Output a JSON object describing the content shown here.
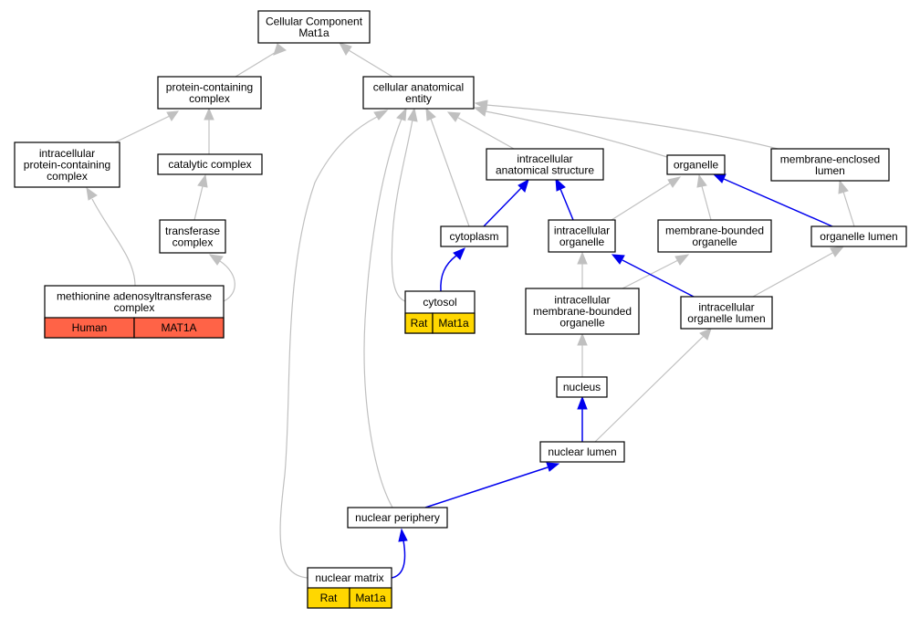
{
  "colors": {
    "human_cell": "#ff6347",
    "rat_cell": "#ffd700",
    "gray_edge": "#c0c0c0",
    "blue_edge": "#0000ee"
  },
  "nodes": {
    "root": {
      "lines": [
        "Cellular Component",
        "Mat1a"
      ]
    },
    "protein_containing_complex": {
      "lines": [
        "protein-containing",
        "complex"
      ]
    },
    "cellular_anatomical_entity": {
      "lines": [
        "cellular anatomical",
        "entity"
      ]
    },
    "intracellular_protein_containing_complex": {
      "lines": [
        "intracellular",
        "protein-containing",
        "complex"
      ]
    },
    "catalytic_complex": {
      "lines": [
        "catalytic complex"
      ]
    },
    "transferase_complex": {
      "lines": [
        "transferase",
        "complex"
      ]
    },
    "methionine_adenosyltransferase_complex": {
      "lines": [
        "methionine adenosyltransferase",
        "complex"
      ],
      "cells": [
        "Human",
        "MAT1A"
      ]
    },
    "intracellular_anatomical_structure": {
      "lines": [
        "intracellular",
        "anatomical structure"
      ]
    },
    "organelle": {
      "lines": [
        "organelle"
      ]
    },
    "membrane_enclosed_lumen": {
      "lines": [
        "membrane-enclosed",
        "lumen"
      ]
    },
    "cytoplasm": {
      "lines": [
        "cytoplasm"
      ]
    },
    "intracellular_organelle": {
      "lines": [
        "intracellular",
        "organelle"
      ]
    },
    "membrane_bounded_organelle": {
      "lines": [
        "membrane-bounded",
        "organelle"
      ]
    },
    "organelle_lumen": {
      "lines": [
        "organelle lumen"
      ]
    },
    "cytosol": {
      "lines": [
        "cytosol"
      ],
      "cells": [
        "Rat",
        "Mat1a"
      ]
    },
    "intracellular_membrane_bounded_organelle": {
      "lines": [
        "intracellular",
        "membrane-bounded",
        "organelle"
      ]
    },
    "intracellular_organelle_lumen": {
      "lines": [
        "intracellular",
        "organelle lumen"
      ]
    },
    "nucleus": {
      "lines": [
        "nucleus"
      ]
    },
    "nuclear_lumen": {
      "lines": [
        "nuclear lumen"
      ]
    },
    "nuclear_periphery": {
      "lines": [
        "nuclear periphery"
      ]
    },
    "nuclear_matrix": {
      "lines": [
        "nuclear matrix"
      ],
      "cells": [
        "Rat",
        "Mat1a"
      ]
    }
  }
}
